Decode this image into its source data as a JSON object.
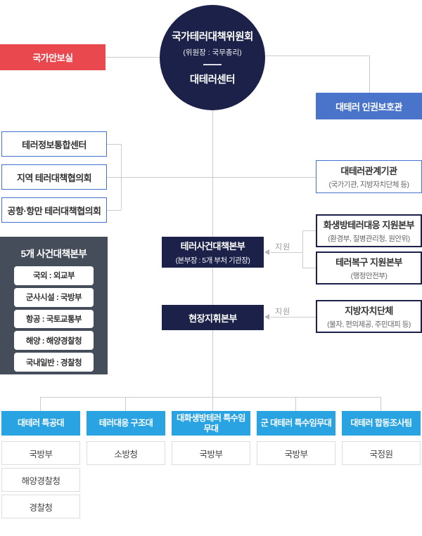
{
  "palette": {
    "navy": "#1b2148",
    "red": "#e9494e",
    "blue": "#4a74c9",
    "cyan_blue": "#29a3e1",
    "dark_gray_panel": "#464d5a",
    "line_gray": "#cccccc",
    "border_blue": "#4472cf"
  },
  "top": {
    "committee_title": "국가테러대책위원회",
    "committee_subtitle": "(위원장 : 국무총리)",
    "center_title": "대테러센터",
    "security_office": "국가안보실",
    "human_rights_officer": "대테러 인권보호관"
  },
  "left_council_boxes": [
    "테러정보통합센터",
    "지역 테러대책협의회",
    "공항·항만 테러대책협의회"
  ],
  "incident_hq_panel": {
    "title": "5개 사건대책본부",
    "items": [
      "국외 : 외교부",
      "군사시설 : 국방부",
      "항공 : 국토교통부",
      "해양 : 해양경찰청",
      "국내일반 : 경찰청"
    ]
  },
  "center_boxes": {
    "terror_incident_hq_title": "테러사건대책본부",
    "terror_incident_hq_subtitle": "(본부장 : 5개 부처 기관장)",
    "field_command_hq_title": "현장지휘본부"
  },
  "right_boxes": [
    {
      "title": "대테러관계기관",
      "subtitle": "(국가기관, 지방자치단체 등)"
    },
    {
      "title": "화생방테러대응 지원본부",
      "subtitle": "(환경부, 질병관리청, 원안위)"
    },
    {
      "title": "테러복구 지원본부",
      "subtitle": "(행정안전부)"
    },
    {
      "title": "지방자치단체",
      "subtitle": "(물자, 편의제공, 주민대피 등)"
    }
  ],
  "support_labels": [
    "지원",
    "지원"
  ],
  "bottom_units": [
    {
      "header": "대테러 특공대",
      "agencies": [
        "국방부",
        "해양경찰청",
        "경찰청"
      ]
    },
    {
      "header": "테러대응 구조대",
      "agencies": [
        "소방청"
      ]
    },
    {
      "header": "대화생방테러 특수임무대",
      "agencies": [
        "국방부"
      ]
    },
    {
      "header": "군 대테러 특수임무대",
      "agencies": [
        "국방부"
      ]
    },
    {
      "header": "대테러 합동조사팀",
      "agencies": [
        "국정원"
      ]
    }
  ]
}
